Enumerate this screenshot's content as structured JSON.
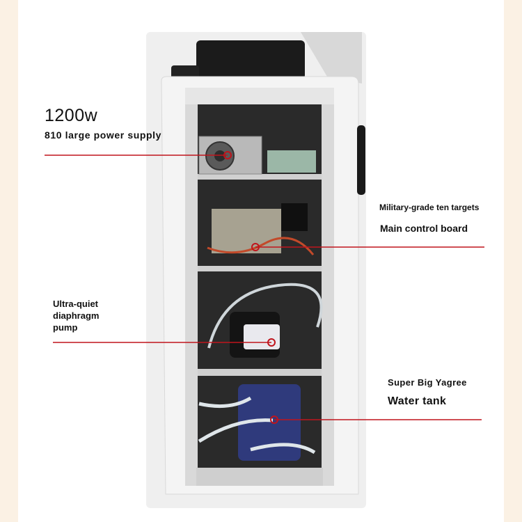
{
  "callouts": {
    "power_supply_wattage": "1200w",
    "power_supply_label": "810 large power supply",
    "control_board_prefix": "Military-grade ten targets",
    "control_board_label": "Main control board",
    "pump_label": "Ultra-quiet\ndiaphragm\npump",
    "water_tank_prefix": "Super Big Yagree",
    "water_tank_label": "Water tank"
  },
  "colors": {
    "background": "#fbf1e4",
    "card": "#ffffff",
    "leader_line": "#c0141c",
    "cabinet_frame": "#f2f2f2",
    "interior": "#2a2a2a"
  }
}
